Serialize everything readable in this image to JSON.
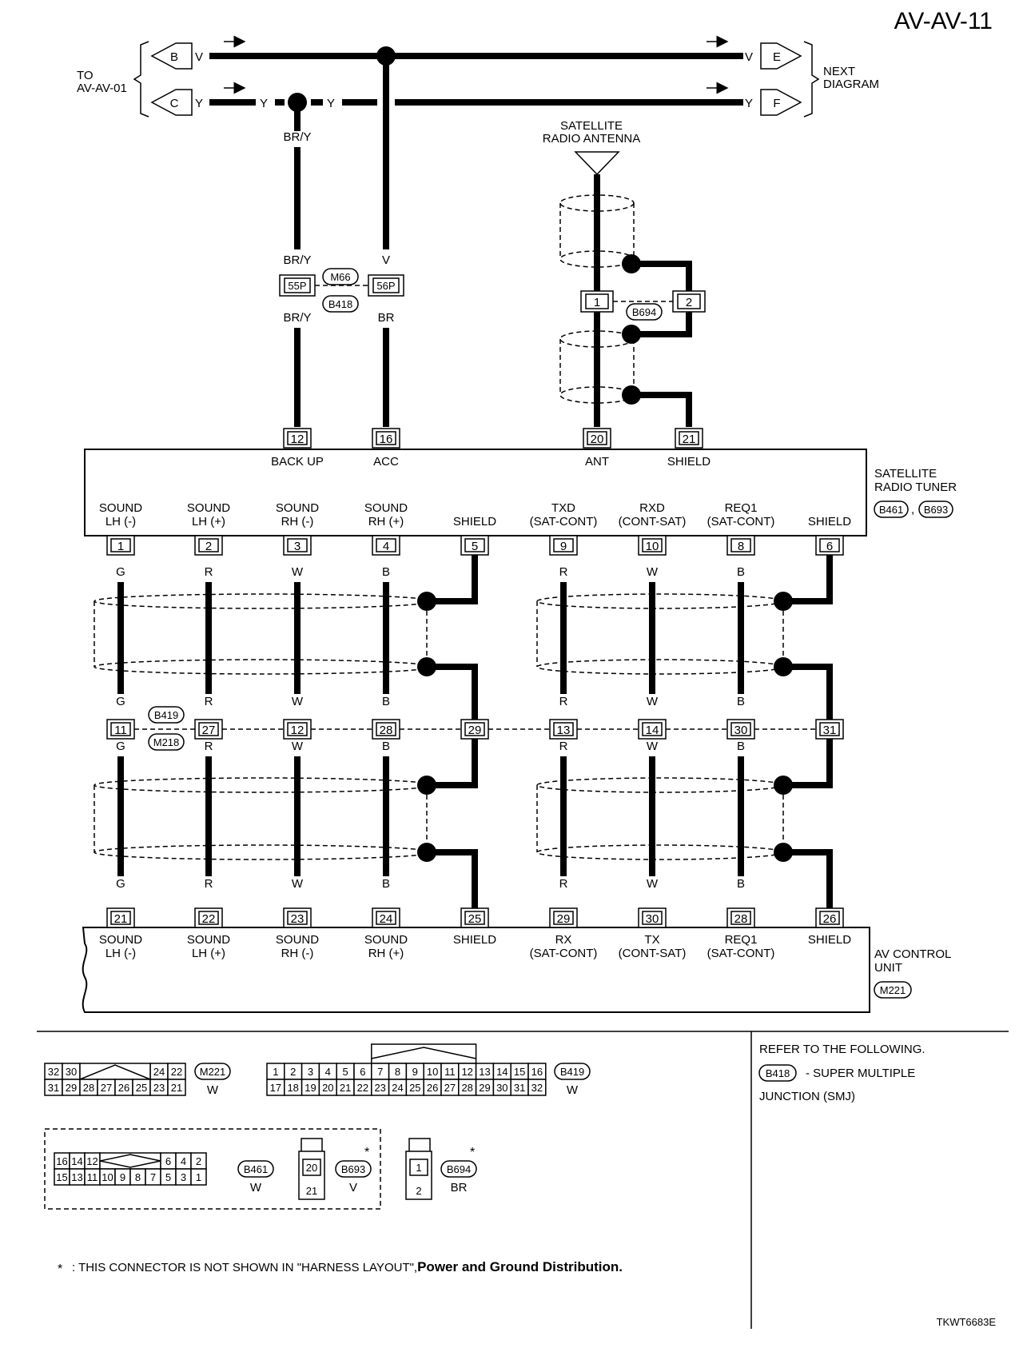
{
  "page_title": "AV-AV-11",
  "figure_code": "TKWT6683E",
  "left_note": [
    "TO",
    "AV-AV-01"
  ],
  "right_note": [
    "NEXT",
    "DIAGRAM"
  ],
  "offpage": {
    "B": "B",
    "C": "C",
    "E": "E",
    "F": "F"
  },
  "top_wires": {
    "v": "V",
    "y": "Y",
    "br_y": "BR/Y",
    "br": "BR"
  },
  "antenna": {
    "title": [
      "SATELLITE",
      "RADIO ANTENNA"
    ],
    "c1": "1",
    "c2": "2",
    "conn": "B694"
  },
  "smj": {
    "pin55": "55P",
    "pin56": "56P",
    "m66": "M66",
    "b418": "B418"
  },
  "tuner": {
    "label": [
      "SATELLITE",
      "RADIO TUNER"
    ],
    "conn1": "B461",
    "conn2": "B693",
    "top_pins": [
      "12",
      "16",
      "20",
      "21"
    ],
    "top_labels": [
      "BACK UP",
      "ACC",
      "ANT",
      "SHIELD"
    ],
    "bottom_pins": [
      "1",
      "2",
      "3",
      "4",
      "5",
      "9",
      "10",
      "8",
      "6"
    ],
    "bottom_labels": [
      [
        "SOUND",
        "LH (-)"
      ],
      [
        "SOUND",
        "LH (+)"
      ],
      [
        "SOUND",
        "RH (-)"
      ],
      [
        "SOUND",
        "RH (+)"
      ],
      [
        "",
        "SHIELD"
      ],
      [
        "TXD",
        "(SAT-CONT)"
      ],
      [
        "RXD",
        "(CONT-SAT)"
      ],
      [
        "REQ1",
        "(SAT-CONT)"
      ],
      [
        "",
        "SHIELD"
      ]
    ]
  },
  "wire_colors": [
    "G",
    "R",
    "W",
    "B",
    "R",
    "W",
    "B"
  ],
  "mid_connector": {
    "pins": [
      "11",
      "27",
      "12",
      "28",
      "29",
      "13",
      "14",
      "30",
      "31"
    ],
    "conn1": "B419",
    "conn2": "M218"
  },
  "av_unit": {
    "label": [
      "AV CONTROL",
      "UNIT"
    ],
    "conn": "M221",
    "pins": [
      "21",
      "22",
      "23",
      "24",
      "25",
      "29",
      "30",
      "28",
      "26"
    ],
    "labels": [
      [
        "SOUND",
        "LH (-)"
      ],
      [
        "SOUND",
        "LH (+)"
      ],
      [
        "SOUND",
        "RH (-)"
      ],
      [
        "SOUND",
        "RH (+)"
      ],
      [
        "SHIELD",
        ""
      ],
      [
        "RX",
        "(SAT-CONT)"
      ],
      [
        "TX",
        "(CONT-SAT)"
      ],
      [
        "REQ1",
        "(SAT-CONT)"
      ],
      [
        "SHIELD",
        ""
      ]
    ]
  },
  "connector_views": {
    "m221": {
      "id": "M221",
      "color": "W",
      "top": [
        "32",
        "30",
        "24",
        "22"
      ],
      "bottom": [
        "31",
        "29",
        "28",
        "27",
        "26",
        "25",
        "23",
        "21"
      ]
    },
    "b419": {
      "id": "B419",
      "color": "W",
      "top": [
        "1",
        "2",
        "3",
        "4",
        "5",
        "6",
        "7",
        "8",
        "9",
        "10",
        "11",
        "12",
        "13",
        "14",
        "15",
        "16"
      ],
      "bottom": [
        "17",
        "18",
        "19",
        "20",
        "21",
        "22",
        "23",
        "24",
        "25",
        "26",
        "27",
        "28",
        "29",
        "30",
        "31",
        "32"
      ]
    },
    "b461": {
      "id": "B461",
      "color": "W",
      "top": [
        "16",
        "14",
        "12",
        "6",
        "4",
        "2"
      ],
      "bottom": [
        "15",
        "13",
        "11",
        "10",
        "9",
        "8",
        "7",
        "5",
        "3",
        "1"
      ]
    },
    "b693": {
      "id": "B693",
      "color": "V",
      "pins": [
        "20",
        "21"
      ]
    },
    "b694": {
      "id": "B694",
      "color": "BR",
      "pins": [
        "1",
        "2"
      ]
    },
    "asterisk": "*"
  },
  "refer": {
    "line1": "REFER TO THE FOLLOWING.",
    "conn": "B418",
    "line2": "- SUPER MULTIPLE",
    "line3": "JUNCTION (SMJ)"
  },
  "footnote": {
    "star": "*",
    "text": ": THIS CONNECTOR IS NOT SHOWN IN \"HARNESS LAYOUT\",",
    "bold": "Power and Ground Distribution."
  }
}
